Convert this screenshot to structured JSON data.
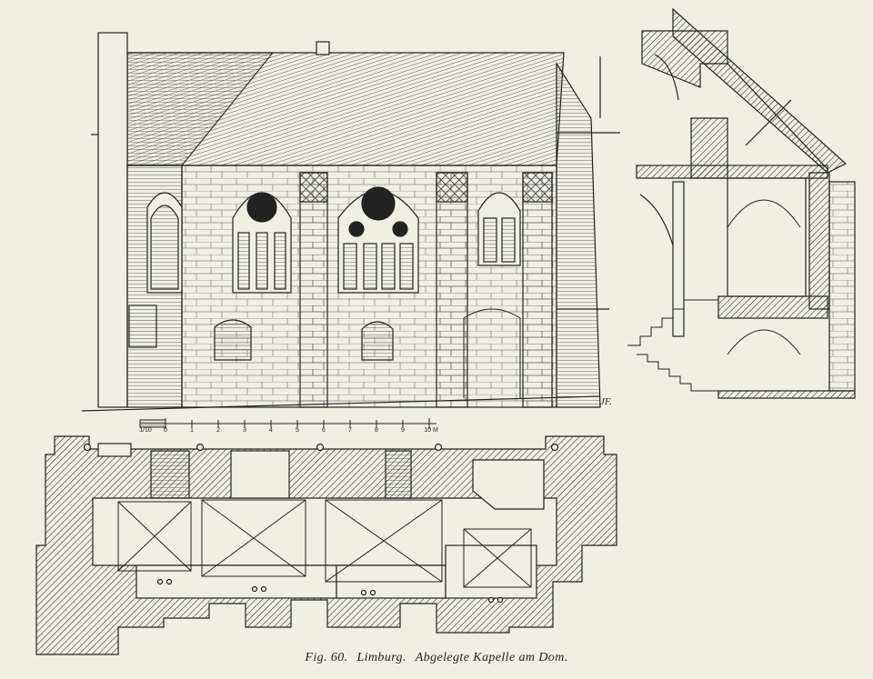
{
  "caption": {
    "fig": "Fig. 60.",
    "place": "Limburg.",
    "title": "Abgelegte Kapelle am Dom."
  },
  "signature": "JF.",
  "scale": {
    "labels": [
      "1/10",
      "0",
      "1",
      "2",
      "3",
      "4",
      "5",
      "6",
      "7",
      "8",
      "9",
      "10 M"
    ]
  },
  "colors": {
    "paper": "#f0efe4",
    "ink": "#222222",
    "hatch": "#3a3a3a"
  }
}
